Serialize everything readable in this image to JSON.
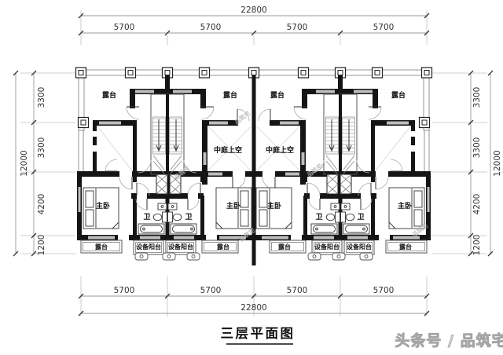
{
  "title": {
    "text": "三层平面图"
  },
  "watermark": {
    "text": "头条号 / 品筑宅",
    "stamp": "品筑宅"
  },
  "dims": {
    "top": {
      "total": "22800",
      "segments": [
        "5700",
        "5700",
        "5700",
        "5700"
      ]
    },
    "bottom": {
      "total": "22800",
      "segments": [
        "5700",
        "5700",
        "5700",
        "5700"
      ]
    },
    "left": {
      "total": "12000",
      "segments": [
        "3300",
        "3300",
        "4200",
        "1200"
      ]
    },
    "right": {
      "total": "12000",
      "segments": [
        "3300",
        "3300",
        "4200",
        "1200"
      ]
    }
  },
  "rooms": {
    "terrace": "露台",
    "atrium": "中庭上空",
    "master_bedroom": "主卧",
    "bathroom": "卫",
    "equipment_balcony": "设备阳台"
  },
  "colors": {
    "wall": "#151515",
    "window_fill": "#bdbdbd",
    "dim_line": "#9a9a9a",
    "text": "#333333"
  }
}
